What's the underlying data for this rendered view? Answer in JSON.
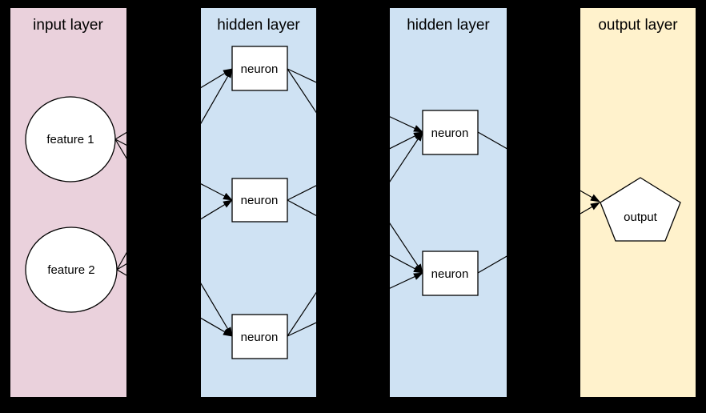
{
  "diagram": {
    "type": "neural-network",
    "background_color": "#000000",
    "node_fill": "#FFFFFF",
    "line_color": "#000000",
    "layers": [
      {
        "title": "input layer",
        "color": "#EAD1DC"
      },
      {
        "title": "hidden layer",
        "color": "#CFE2F3"
      },
      {
        "title": "hidden layer",
        "color": "#CFE2F3"
      },
      {
        "title": "output layer",
        "color": "#FFF2CC"
      }
    ],
    "nodes": {
      "feature1": {
        "label": "feature 1",
        "shape": "circle",
        "layer": "input layer"
      },
      "feature2": {
        "label": "feature 2",
        "shape": "circle",
        "layer": "input layer"
      },
      "h1n1": {
        "label": "neuron",
        "shape": "rectangle",
        "layer": "hidden layer 1"
      },
      "h1n2": {
        "label": "neuron",
        "shape": "rectangle",
        "layer": "hidden layer 1"
      },
      "h1n3": {
        "label": "neuron",
        "shape": "rectangle",
        "layer": "hidden layer 1"
      },
      "h2n1": {
        "label": "neuron",
        "shape": "rectangle",
        "layer": "hidden layer 2"
      },
      "h2n2": {
        "label": "neuron",
        "shape": "rectangle",
        "layer": "hidden layer 2"
      },
      "output": {
        "label": "output",
        "shape": "pentagon",
        "layer": "output layer"
      }
    },
    "edges": [
      {
        "from": "feature1",
        "to": "h1n1"
      },
      {
        "from": "feature1",
        "to": "h1n2"
      },
      {
        "from": "feature1",
        "to": "h1n3"
      },
      {
        "from": "feature2",
        "to": "h1n1"
      },
      {
        "from": "feature2",
        "to": "h1n2"
      },
      {
        "from": "feature2",
        "to": "h1n3"
      },
      {
        "from": "h1n1",
        "to": "h2n1"
      },
      {
        "from": "h1n1",
        "to": "h2n2"
      },
      {
        "from": "h1n2",
        "to": "h2n1"
      },
      {
        "from": "h1n2",
        "to": "h2n2"
      },
      {
        "from": "h1n3",
        "to": "h2n1"
      },
      {
        "from": "h1n3",
        "to": "h2n2"
      },
      {
        "from": "h2n1",
        "to": "output"
      },
      {
        "from": "h2n2",
        "to": "output"
      }
    ]
  }
}
